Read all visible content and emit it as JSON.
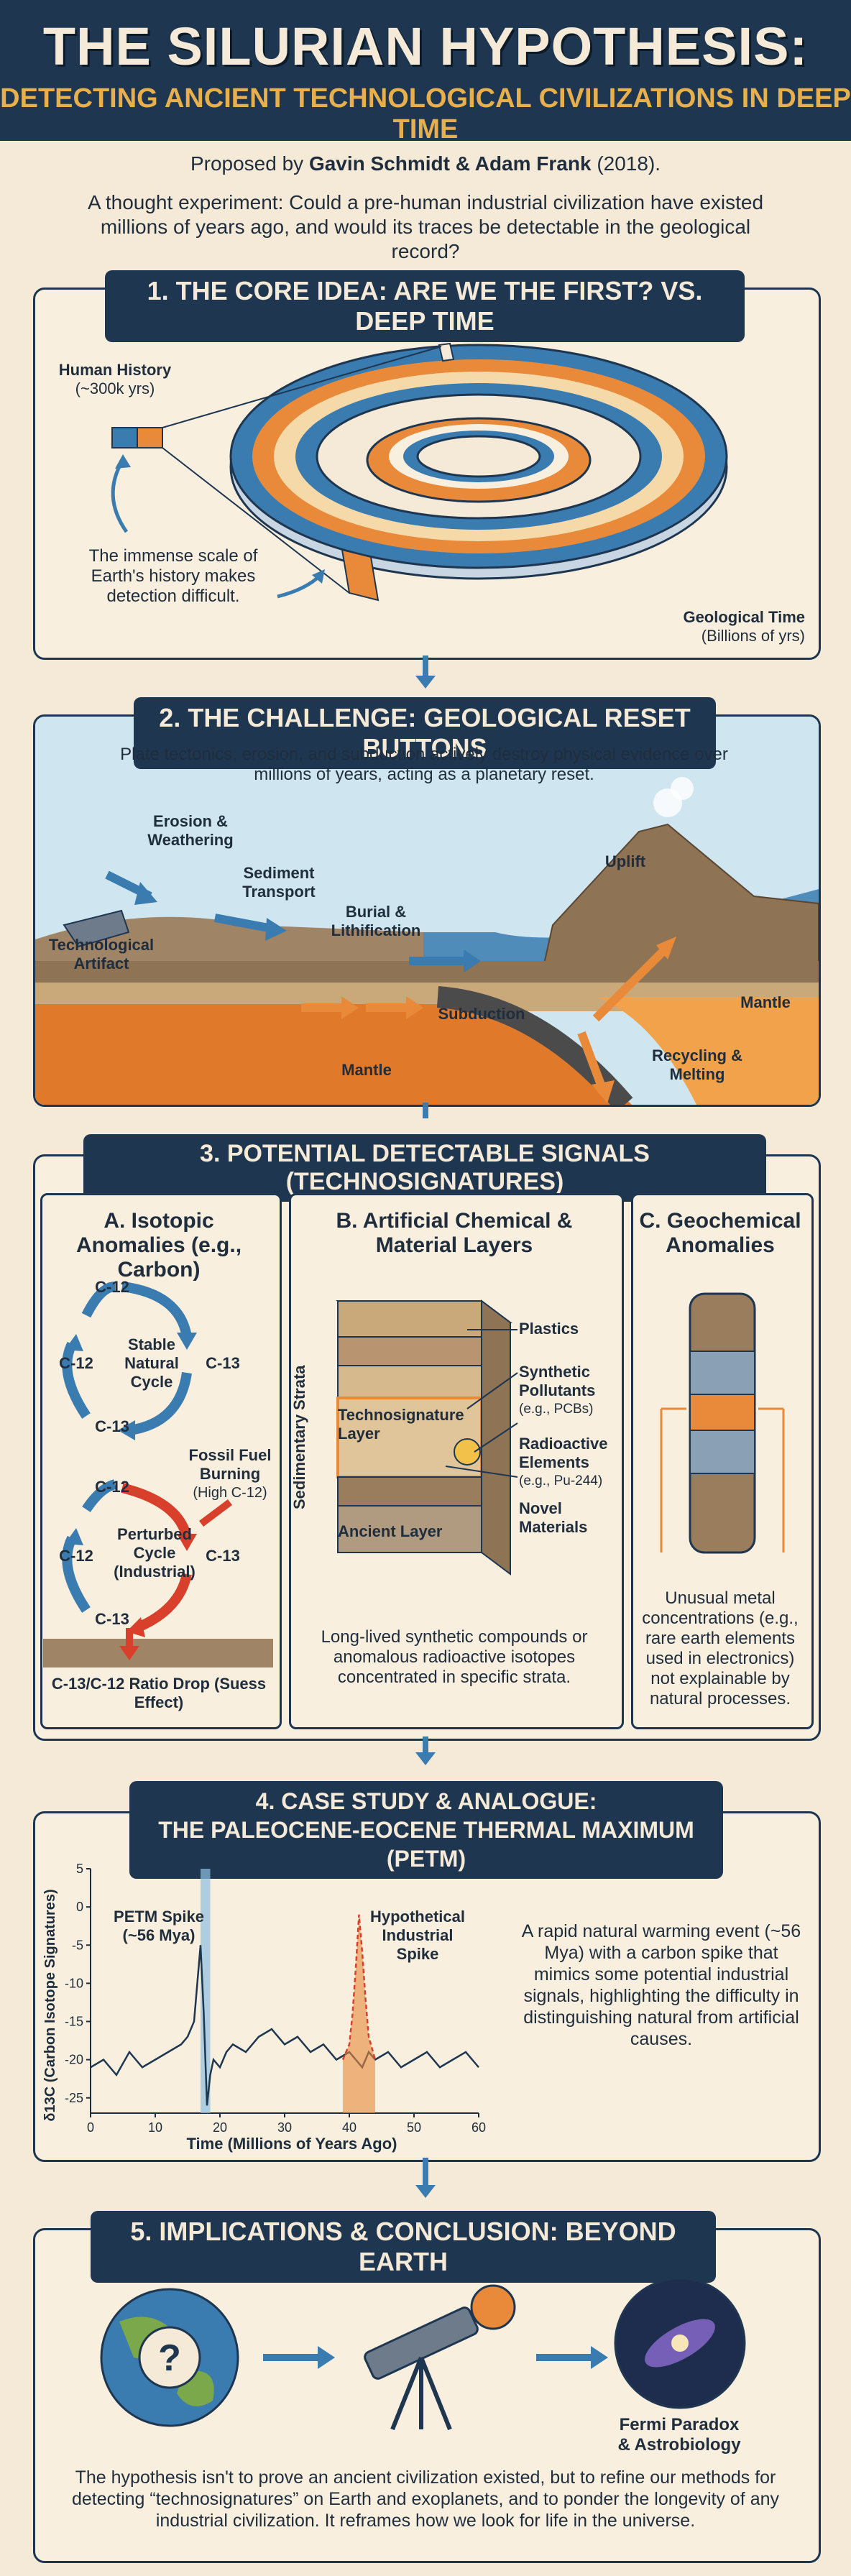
{
  "header": {
    "title": "THE SILURIAN HYPOTHESIS:",
    "subtitle": "DETECTING ANCIENT TECHNOLOGICAL CIVILIZATIONS IN DEEP TIME"
  },
  "intro": {
    "proposed_prefix": "Proposed by",
    "authors": "Gavin Schmidt & Adam Frank",
    "year": "(2018).",
    "question": "A thought experiment: Could a pre-human industrial civilization have existed millions of years ago, and would its traces be detectable in the geological record?"
  },
  "section1": {
    "heading": "1. THE CORE IDEA: ARE WE THE FIRST? VS. DEEP TIME",
    "human_history_label": "Human History",
    "human_history_sub": "(~300k yrs)",
    "scale_note": "The immense scale of Earth's history makes detection difficult.",
    "geo_time_label": "Geological Time",
    "geo_time_sub": "(Billions of yrs)"
  },
  "section2": {
    "heading": "2. THE CHALLENGE: GEOLOGICAL RESET BUTTONS",
    "description": "Plate tectonics, erosion, and subduction actively destroy physical evidence over millions of years, acting as a planetary reset.",
    "labels": {
      "erosion": "Erosion & Weathering",
      "sediment": "Sediment Transport",
      "burial": "Burial & Lithification",
      "uplift": "Uplift",
      "artifact": "Technological Artifact",
      "subduction": "Subduction",
      "mantle_right": "Mantle",
      "mantle_bottom": "Mantle",
      "recycling": "Recycling & Melting"
    }
  },
  "section3": {
    "heading": "3. POTENTIAL DETECTABLE SIGNALS (TECHNOSIGNATURES)",
    "col_a": {
      "title": "A. Isotopic Anomalies (e.g., Carbon)",
      "stable": {
        "top": "C-12",
        "left": "C-12",
        "right": "C-13",
        "bottom": "C-13",
        "center": "Stable Natural Cycle"
      },
      "perturbed": {
        "top": "C-12",
        "left": "C-12",
        "right": "C-13",
        "bottom": "C-13",
        "center": "Perturbed Cycle (Industrial)"
      },
      "fossil_fuel": "Fossil Fuel Burning",
      "fossil_fuel_sub": "(High C-12)",
      "result": "C-13/C-12 Ratio Drop (Suess Effect)"
    },
    "col_b": {
      "title": "B. Artificial Chemical & Material Layers",
      "strata_label": "Sedimentary Strata",
      "techno_layer": "Technosignature Layer",
      "ancient_layer": "Ancient Layer",
      "plastics": "Plastics",
      "synthetic": "Synthetic Pollutants",
      "synthetic_sub": "(e.g., PCBs)",
      "radioactive": "Radioactive Elements",
      "radioactive_sub": "(e.g., Pu-244)",
      "novel": "Novel Materials",
      "caption": "Long-lived synthetic compounds or anomalous radioactive isotopes concentrated in specific strata."
    },
    "col_c": {
      "title": "C. Geochemical Anomalies",
      "caption": "Unusual metal concentrations (e.g., rare earth elements used in electronics) not explainable by natural processes."
    }
  },
  "section4": {
    "heading_line1": "4. CASE STUDY & ANALOGUE:",
    "heading_line2": "THE PALEOCENE-EOCENE THERMAL MAXIMUM (PETM)",
    "description": "A rapid natural warming event (~56 Mya) with a carbon spike that mimics some potential industrial signals, highlighting the difficulty in distinguishing natural from artificial causes."
  },
  "chart_data": {
    "type": "line",
    "xlabel": "Time (Millions of Years Ago)",
    "ylabel": "δ13C (Carbon Isotope Signatures)",
    "xlim": [
      0,
      60
    ],
    "ylim": [
      -27,
      5
    ],
    "xticks": [
      0,
      10,
      20,
      30,
      40,
      50,
      60
    ],
    "yticks": [
      5,
      0,
      -5,
      -10,
      -15,
      -20,
      -25
    ],
    "annotations": [
      {
        "text": "PETM Spike (~56 Mya)",
        "x": 18
      },
      {
        "text": "Hypothetical Industrial Spike",
        "x": 42
      }
    ],
    "series": [
      {
        "x": [
          0,
          2,
          4,
          6,
          8,
          10,
          12,
          14,
          15,
          16,
          17,
          17.5,
          18,
          18.5,
          19,
          20,
          21,
          22,
          24,
          26,
          28,
          30,
          32,
          34,
          36,
          38,
          40,
          41,
          42,
          43,
          44,
          46,
          48,
          50,
          52,
          54,
          56,
          58,
          60
        ],
        "y": [
          -21,
          -20,
          -22,
          -19,
          -21,
          -20,
          -19,
          -18,
          -17,
          -15,
          -5,
          -14,
          -26,
          -22,
          -20,
          -21,
          -19,
          -18,
          -19,
          -17,
          -16,
          -18,
          -17,
          -19,
          -18,
          -20,
          -19,
          -20,
          -21,
          -19,
          -20,
          -19,
          -21,
          -20,
          -19,
          -21,
          -20,
          -19,
          -21
        ]
      },
      {
        "x": [
          39,
          40,
          40.5,
          41,
          41.5,
          42,
          42.5,
          43,
          44
        ],
        "y": [
          -20,
          -18,
          -14,
          -8,
          -1,
          -6,
          -12,
          -17,
          -20
        ]
      }
    ]
  },
  "section5": {
    "heading": "5. IMPLICATIONS & CONCLUSION: BEYOND EARTH",
    "fermi": "Fermi Paradox & Astrobiology",
    "question_mark": "?",
    "conclusion": "The hypothesis isn't to prove an ancient civilization existed, but to refine our methods for detecting “technosignatures” on Earth and exoplanets, and to ponder the longevity of any industrial civilization. It reframes how we look for life in the universe."
  },
  "colors": {
    "navy": "#1e3650",
    "gold": "#e8b04c",
    "orange": "#e88a3a",
    "blue": "#3a7bb0",
    "cream": "#f4ead7"
  }
}
